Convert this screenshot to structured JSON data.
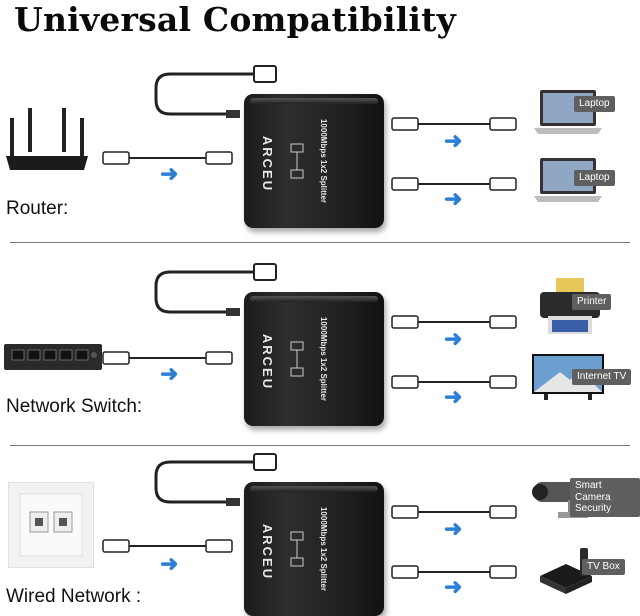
{
  "title": "Universal Compatibility",
  "splitter": {
    "brand": "ARCEU",
    "model": "1000Mbps 1x2 Splitter"
  },
  "sections": [
    {
      "source_label": "Router:",
      "source_icon": "router-icon",
      "devices": [
        {
          "label": "Laptop",
          "icon": "laptop-icon"
        },
        {
          "label": "Laptop",
          "icon": "laptop-icon"
        }
      ]
    },
    {
      "source_label": "Network Switch:",
      "source_icon": "network-switch-icon",
      "devices": [
        {
          "label": "Printer",
          "icon": "printer-icon"
        },
        {
          "label": "Internet TV",
          "icon": "tv-icon"
        }
      ]
    },
    {
      "source_label": "Wired Network :",
      "source_icon": "wall-socket-icon",
      "devices": [
        {
          "label": "Smart Camera\nSecurity",
          "icon": "security-camera-icon"
        },
        {
          "label": "TV Box",
          "icon": "tv-box-icon"
        }
      ]
    }
  ],
  "colors": {
    "arrow": "#2d7fd6",
    "splitter": "#1e1e1e",
    "badge": "#5f5f5f"
  }
}
